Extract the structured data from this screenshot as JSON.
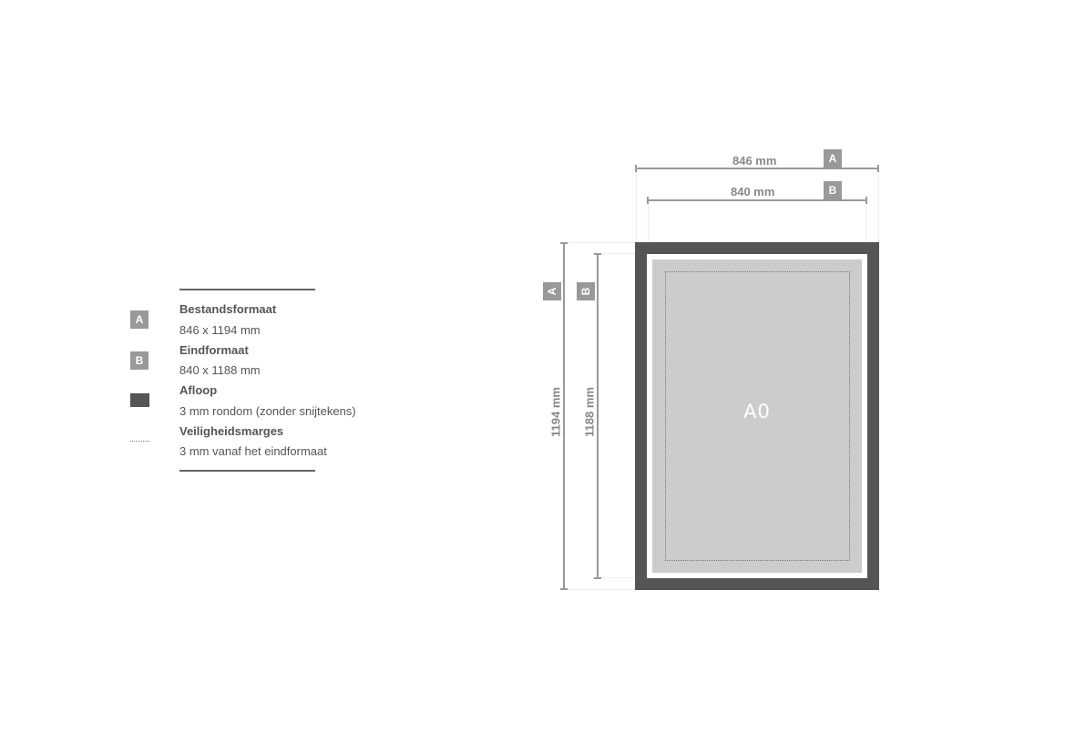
{
  "legend": {
    "items": [
      {
        "badge": "A",
        "title": "Bestandsformaat",
        "desc": "846 x 1194 mm"
      },
      {
        "badge": "B",
        "title": "Eindformaat",
        "desc": "840 x 1188 mm"
      },
      {
        "title": "Afloop",
        "desc": "3 mm rondom (zonder snijtekens)"
      },
      {
        "title": "Veiligheidsmarges",
        "desc": "3 mm vanaf het eindformaat"
      }
    ]
  },
  "diagram": {
    "width_a": "846 mm",
    "width_b": "840 mm",
    "height_a": "1194 mm",
    "height_b": "1188 mm",
    "badge_a": "A",
    "badge_b": "B",
    "format_label": "A0",
    "colors": {
      "bleed": "#555555",
      "content": "#cccccc",
      "dimension": "#999999"
    }
  }
}
